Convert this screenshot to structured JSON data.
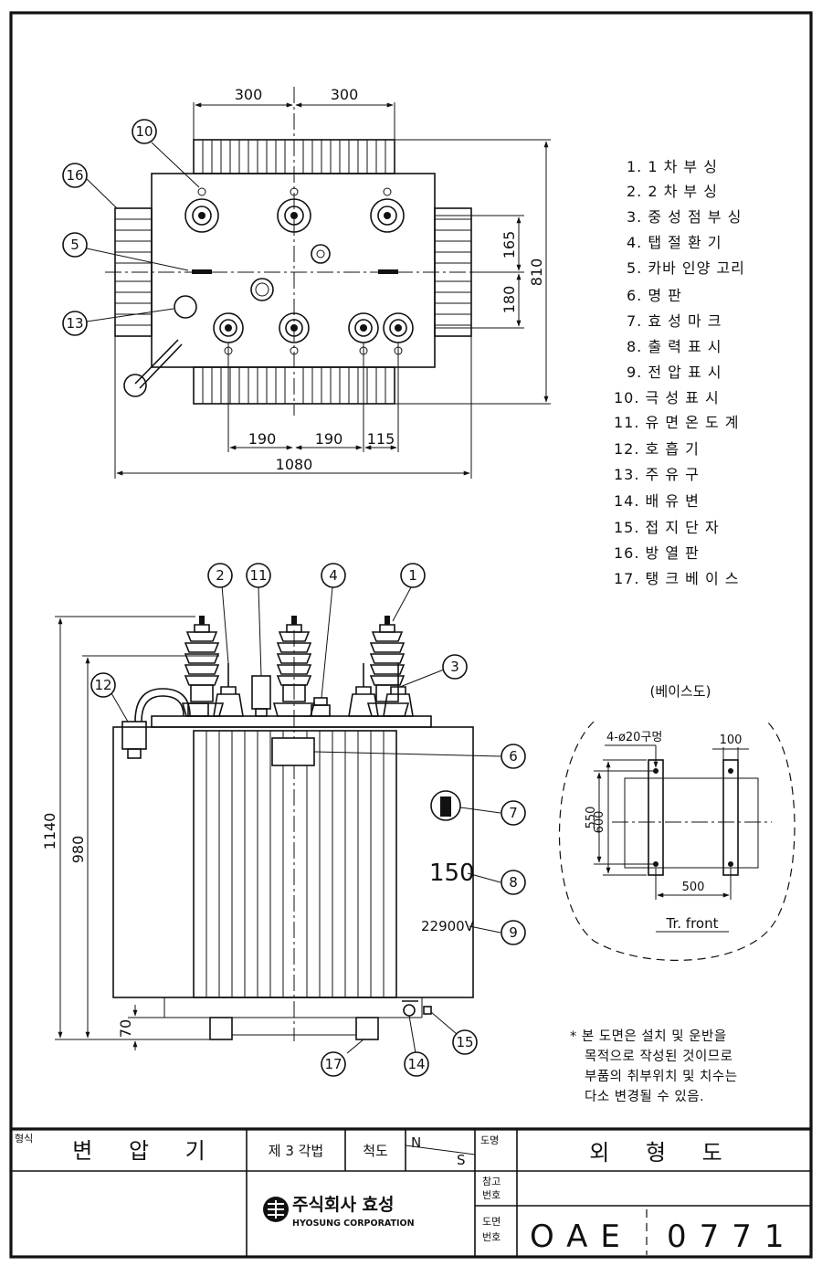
{
  "dimensions": {
    "top_w1": "300",
    "top_w2": "300",
    "top_h1": "165",
    "top_h2": "180",
    "top_total_h": "810",
    "bottom_s1": "190",
    "bottom_s2": "190",
    "bottom_s3": "115",
    "overall_w": "1080",
    "front_total_h": "1140",
    "front_body_h": "980",
    "base_h": "70"
  },
  "callouts": [
    "1",
    "2",
    "3",
    "4",
    "5",
    "6",
    "7",
    "8",
    "9",
    "10",
    "11",
    "12",
    "13",
    "14",
    "15",
    "16",
    "17"
  ],
  "parts_list": [
    "1. 1 차 부 싱",
    "2. 2 차 부 싱",
    "3. 중 성 점 부 싱",
    "4. 탭 절 환 기",
    "5. 카바 인양 고리",
    "6. 명          판",
    "7. 효 성 마 크",
    "8. 출 력 표 시",
    "9. 전 압 표 시",
    "10. 극 성 표 시",
    "11. 유 면 온 도 계",
    "12. 호    흡    기",
    "13. 주    유    구",
    "14. 배    유    변",
    "15. 접 지 단 자",
    "16. 방    열    판",
    "17. 탱 크 베 이 스"
  ],
  "front_labels": {
    "capacity": "150",
    "voltage": "22900V"
  },
  "base_view": {
    "title": "(베이스도)",
    "hole_note": "4-ø20구멍",
    "width_label": "100",
    "h1": "600",
    "h2": "550",
    "span": "500",
    "front_label": "Tr. front"
  },
  "note": [
    "* 본 도면은 설치 및 운반을",
    "목적으로 작성된 것이므로",
    "부품의 취부위치 및 치수는",
    "다소 변경될 수 있음."
  ],
  "title_block": {
    "type_label": "형식",
    "type_value": "변 압 기",
    "method": "제 3 각법",
    "scale_label": "척도",
    "scale_n": "N",
    "scale_s": "S",
    "drawing_name_label": "도명",
    "drawing_name": "외 형 도",
    "ref_label_1": "참고",
    "ref_label_2": "번호",
    "ref_value": "",
    "dwg_label_1": "도면",
    "dwg_label_2": "번호",
    "dwg_prefix": "OAE",
    "dwg_number": "0771",
    "company_kr": "주식회사 효성",
    "company_en": "HYOSUNG CORPORATION"
  }
}
